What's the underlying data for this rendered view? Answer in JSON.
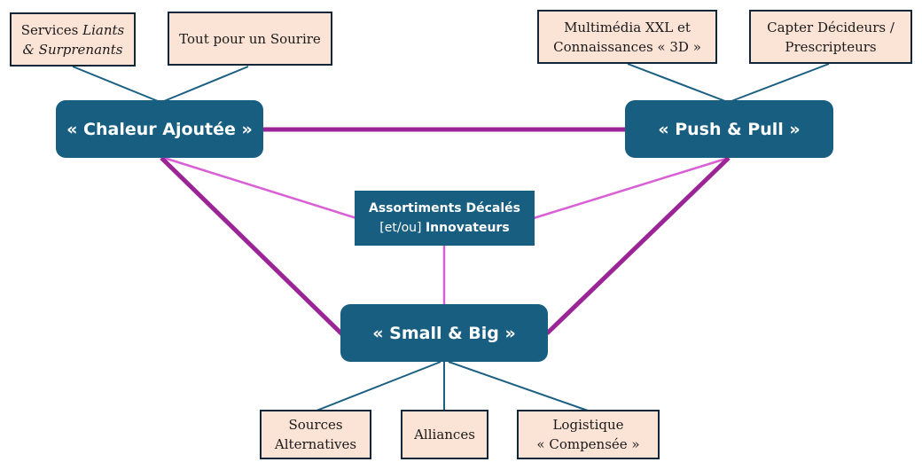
{
  "colors": {
    "main_box_fill": "#175e80",
    "leaf_fill": "#fbe3d6",
    "leaf_border": "#12263a",
    "strong_edge": "#9b2596",
    "light_edge": "#d95fd4",
    "leaf_edge": "#1b5f83"
  },
  "main_nodes": {
    "chaleur": "« Chaleur Ajoutée »",
    "push_pull": "« Push & Pull »",
    "small_big": "« Small & Big »"
  },
  "center_node": {
    "line1": "Assortiments Décalés",
    "line2_prefix": "[et/ou]",
    "line2_bold": "Innovateurs"
  },
  "leaves": {
    "services": {
      "word1": "Services",
      "italic1": "Liants",
      "italic2": "& Surprenants"
    },
    "sourire": "Tout pour un Sourire",
    "multimedia": {
      "line1": "Multimédia XXL et",
      "line2": "Connaissances « 3D »"
    },
    "decideurs": {
      "line1": "Capter Décideurs /",
      "line2": "Prescripteurs"
    },
    "sources": {
      "line1": "Sources",
      "line2": "Alternatives"
    },
    "alliances": "Alliances",
    "logistique": {
      "line1": "Logistique",
      "line2": "« Compensée »"
    }
  }
}
